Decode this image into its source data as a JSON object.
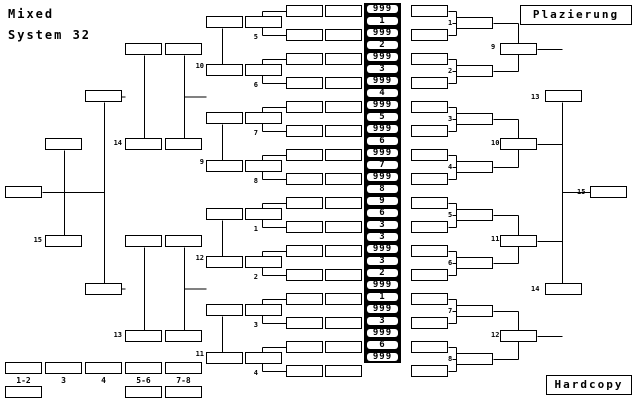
{
  "title_line1": "Mixed",
  "title_line2": "System 32",
  "placement_button": "Plazierung",
  "hardcopy_button": "Hardcopy",
  "seed_values": [
    "999",
    "1",
    "999",
    "2",
    "999",
    "3",
    "999",
    "4",
    "999",
    "5",
    "999",
    "6",
    "999",
    "7",
    "999",
    "8",
    "9",
    "6",
    "3",
    "3",
    "999",
    "3",
    "2",
    "999",
    "1",
    "999",
    "3",
    "999",
    "6",
    "999"
  ],
  "match_numbers": {
    "upper_left_r1": [
      "5",
      "6",
      "7",
      "8"
    ],
    "lower_left_r1": [
      "1",
      "2",
      "3",
      "4"
    ],
    "upper_right_r1": [
      "1",
      "2",
      "3",
      "4"
    ],
    "lower_right_r1": [
      "5",
      "6",
      "7",
      "8"
    ],
    "left_r2": [
      "10",
      "9",
      "12",
      "11"
    ],
    "left_r3": [
      "14",
      "13"
    ],
    "left_r4": [
      "15"
    ],
    "right_r2": [
      "9",
      "10",
      "11",
      "12"
    ],
    "right_r3": [
      "13",
      "14"
    ],
    "right_r4": [
      "15"
    ]
  },
  "place_labels": [
    "1-2",
    "3",
    "4",
    "5-6",
    "7-8"
  ]
}
